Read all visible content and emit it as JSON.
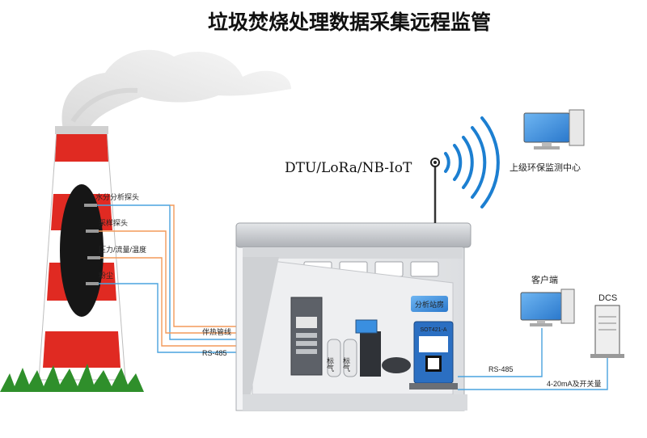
{
  "title": "垃圾焚烧处理数据采集远程监管",
  "comm": "DTU/LoRa/NB-IoT",
  "sensors": [
    "水分分析探头",
    "采样探头",
    "压力/流量/温度",
    "粉尘"
  ],
  "lines": {
    "heat_trace": "伴热管线",
    "rs485_left": "RS-485",
    "rs485_right": "RS-485",
    "analog": "4-20mA及开关量"
  },
  "station_label": "分析站房",
  "gas_labels": [
    "标气",
    "标气"
  ],
  "device_model": "SOT421-A",
  "nodes": {
    "epa_center": "上级环保监测中心",
    "client": "客户端",
    "dcs": "DCS"
  },
  "colors": {
    "stack_red": "#e02a22",
    "roof_gray": "#c9cbcf",
    "screen_blue": "#3a8fe0",
    "line_blue": "#4aa3df",
    "line_orange": "#f39a5a"
  }
}
